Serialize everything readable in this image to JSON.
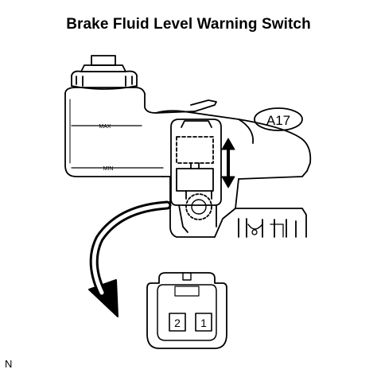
{
  "title": "Brake Fluid Level Warning Switch",
  "connector_ref": "A17",
  "reservoir_marks": {
    "max": "MAX",
    "min": "MIN"
  },
  "connector_pins": [
    "2",
    "1"
  ],
  "footer_code": "N"
}
